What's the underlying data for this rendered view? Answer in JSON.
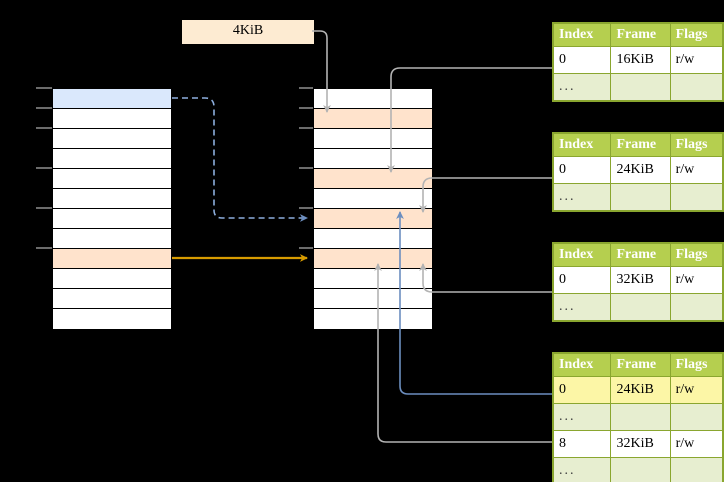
{
  "diagram": {
    "title": "multi-level page table address translation",
    "background": "#000000",
    "colors": {
      "highlight_blue": "#dae8fc",
      "highlight_peach": "#ffe3cc",
      "header_green": "#b5cf4f",
      "ellipsis_green": "#e7eed0",
      "yellow_mark": "#fcf6a6",
      "arrow_grey": "#b3b3b3",
      "arrow_blue": "#6c8ebf",
      "arrow_orange": "#d79b00",
      "chip_peach": "#fdebd2"
    }
  },
  "page_size_chip": {
    "label": "4KiB"
  },
  "left_table": {
    "name": "virtual-address-space",
    "row_count": 12,
    "rows": [
      {
        "index": 0,
        "fill": "blue"
      },
      {
        "index": 1,
        "fill": "white"
      },
      {
        "index": 2,
        "fill": "white"
      },
      {
        "index": 3,
        "fill": "white"
      },
      {
        "index": 4,
        "fill": "white"
      },
      {
        "index": 5,
        "fill": "white"
      },
      {
        "index": 6,
        "fill": "white"
      },
      {
        "index": 7,
        "fill": "white"
      },
      {
        "index": 8,
        "fill": "peach"
      },
      {
        "index": 9,
        "fill": "white"
      },
      {
        "index": 10,
        "fill": "white"
      },
      {
        "index": 11,
        "fill": "white"
      }
    ],
    "tick_rows": [
      0,
      1,
      2,
      4,
      6,
      8
    ]
  },
  "middle_table": {
    "name": "physical-address-space",
    "row_count": 12,
    "rows": [
      {
        "index": 0,
        "fill": "white"
      },
      {
        "index": 1,
        "fill": "peach"
      },
      {
        "index": 2,
        "fill": "white"
      },
      {
        "index": 3,
        "fill": "white"
      },
      {
        "index": 4,
        "fill": "peach"
      },
      {
        "index": 5,
        "fill": "white"
      },
      {
        "index": 6,
        "fill": "peach"
      },
      {
        "index": 7,
        "fill": "white"
      },
      {
        "index": 8,
        "fill": "peach"
      },
      {
        "index": 9,
        "fill": "white"
      },
      {
        "index": 10,
        "fill": "white"
      },
      {
        "index": 11,
        "fill": "white"
      }
    ],
    "tick_rows": [
      0,
      1,
      2,
      4,
      6,
      8
    ]
  },
  "page_tables": [
    {
      "name": "page-table-1",
      "columns": [
        "Index",
        "Frame",
        "Flags"
      ],
      "rows": [
        {
          "cells": [
            "0",
            "16KiB",
            "r/w"
          ],
          "kind": "data",
          "highlight": []
        },
        {
          "cells": [
            "...",
            "",
            ""
          ],
          "kind": "ellipsis",
          "highlight": []
        }
      ]
    },
    {
      "name": "page-table-2",
      "columns": [
        "Index",
        "Frame",
        "Flags"
      ],
      "rows": [
        {
          "cells": [
            "0",
            "24KiB",
            "r/w"
          ],
          "kind": "data",
          "highlight": []
        },
        {
          "cells": [
            "...",
            "",
            ""
          ],
          "kind": "ellipsis",
          "highlight": []
        }
      ]
    },
    {
      "name": "page-table-3",
      "columns": [
        "Index",
        "Frame",
        "Flags"
      ],
      "rows": [
        {
          "cells": [
            "0",
            "32KiB",
            "r/w"
          ],
          "kind": "data",
          "highlight": []
        },
        {
          "cells": [
            "...",
            "",
            ""
          ],
          "kind": "ellipsis",
          "highlight": []
        }
      ]
    },
    {
      "name": "page-table-4",
      "columns": [
        "Index",
        "Frame",
        "Flags"
      ],
      "rows": [
        {
          "cells": [
            "0",
            "24KiB",
            "r/w"
          ],
          "kind": "data",
          "highlight": [
            0,
            1,
            2
          ]
        },
        {
          "cells": [
            "...",
            "",
            ""
          ],
          "kind": "ellipsis",
          "highlight": []
        },
        {
          "cells": [
            "8",
            "32KiB",
            "r/w"
          ],
          "kind": "data",
          "highlight": []
        },
        {
          "cells": [
            "...",
            "",
            ""
          ],
          "kind": "ellipsis",
          "highlight": []
        }
      ]
    }
  ],
  "connections": [
    {
      "name": "page-size-to-frame",
      "from": "page_size_chip",
      "to": "middle_table.row.1",
      "style": "grey-solid-arrow"
    },
    {
      "name": "vpage0-to-ppage6",
      "from": "left_table.row.0",
      "to": "middle_table.row.6",
      "style": "blue-dashed-arrow"
    },
    {
      "name": "vpage8-to-ppage8",
      "from": "left_table.row.8",
      "to": "middle_table.row.8",
      "style": "orange-solid-arrow"
    },
    {
      "name": "pt1-to-ppage4",
      "from": "page_tables.0.row.0",
      "to": "middle_table.row.4",
      "style": "grey-solid-arrow"
    },
    {
      "name": "pt2-to-ppage6",
      "from": "page_tables.1.row.0",
      "to": "middle_table.row.6",
      "style": "grey-solid-arrow"
    },
    {
      "name": "pt3-to-ppage8",
      "from": "page_tables.2.row.0",
      "to": "middle_table.row.8",
      "style": "grey-solid-arrow"
    },
    {
      "name": "pt4row0-to-ppage6",
      "from": "page_tables.3.row.0",
      "to": "middle_table.row.6",
      "style": "blue-solid-arrow"
    },
    {
      "name": "pt4row2-to-ppage8",
      "from": "page_tables.3.row.2",
      "to": "middle_table.row.8",
      "style": "grey-solid-arrow"
    }
  ]
}
